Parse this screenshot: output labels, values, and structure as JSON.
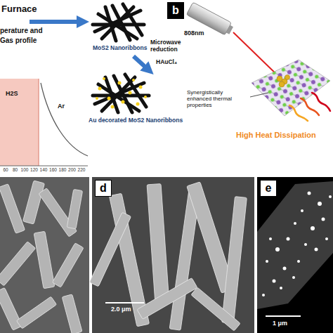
{
  "diagram": {
    "nodes": [
      {
        "text": [
          "b"
        ]
      },
      {
        "text": [
          "d"
        ]
      },
      {
        "text": [
          "e"
        ]
      }
    ],
    "labels": [
      "Furnace",
      "perature and",
      "Gas profile",
      "MoS2 Nanoribbons",
      "Microwave reduction",
      "HAuCl₄",
      "Au decorated MoS2 Nanoribbons",
      "H2S",
      "Ar",
      "60",
      "80",
      "100",
      "120",
      "140",
      "160",
      "180",
      "200",
      "220",
      "808nm",
      "Synergistically enhanced thermal properties",
      "High Heat Dissipation",
      "2.0 μm",
      "1 μm"
    ]
  }
}
